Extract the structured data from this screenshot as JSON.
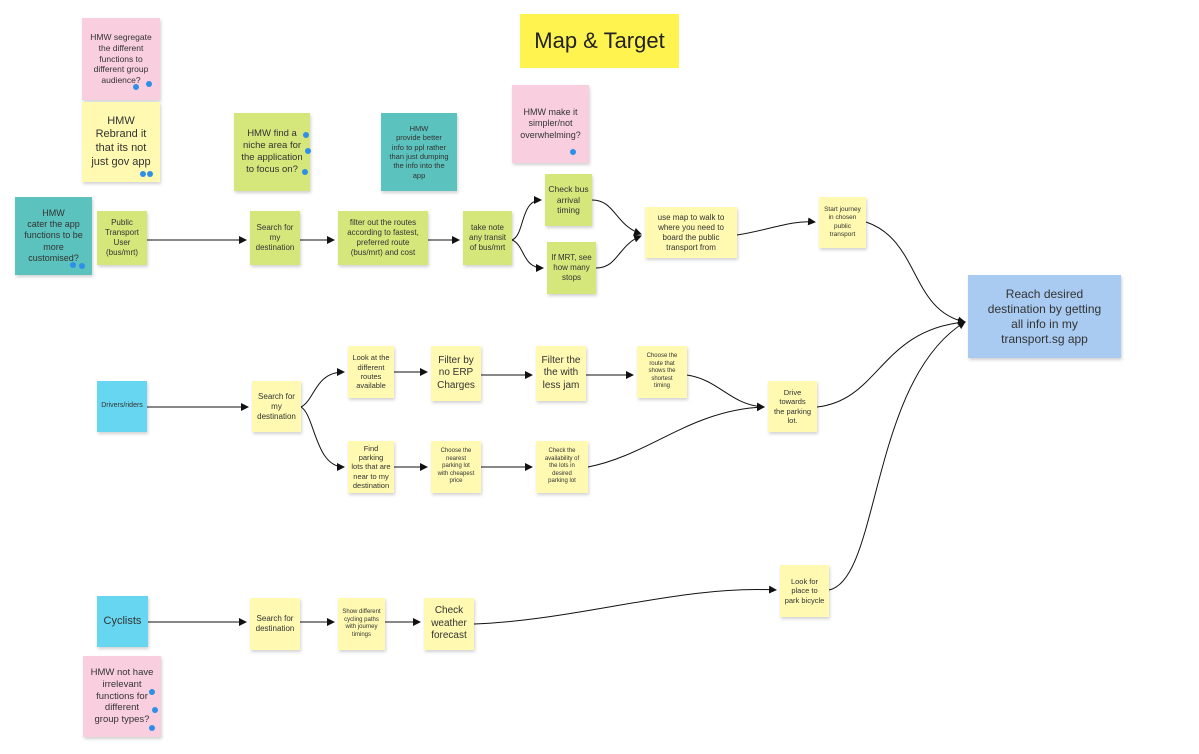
{
  "board": {
    "title": "Map & Target",
    "notes": [
      {
        "id": "hmw-segregate",
        "text": "HMW segregate\nthe different\nfunctions to\ndifferent group\naudience?",
        "color": "pink"
      },
      {
        "id": "hmw-rebrand",
        "text": "HMW\nRebrand it\nthat its not\njust gov app",
        "color": "yellow"
      },
      {
        "id": "hmw-cater",
        "text": "HMW\ncater the app\nfunctions to be\nmore\ncustomised?",
        "color": "teal"
      },
      {
        "id": "public-transport-user",
        "text": "Public\nTransport\nUser\n(bus/mrt)",
        "color": "green"
      },
      {
        "id": "hmw-niche",
        "text": "HMW find a\nniche area for\nthe application\nto focus on?",
        "color": "green"
      },
      {
        "id": "hmw-better-info",
        "text": "HMW\nprovide better\ninfo to ppl rather\nthan just dumping\nthe info into the\napp",
        "color": "teal"
      },
      {
        "id": "hmw-simpler",
        "text": "HMW make it\nsimpler/not\noverwhelming?",
        "color": "pink"
      },
      {
        "id": "pt-search",
        "text": "Search for\nmy\ndestination",
        "color": "green"
      },
      {
        "id": "pt-filter",
        "text": "filter out the routes\naccording to fastest,\npreferred route\n(bus/mrt) and cost",
        "color": "green"
      },
      {
        "id": "pt-take-note",
        "text": "take note\nany transit\nof bus/mrt",
        "color": "green"
      },
      {
        "id": "pt-check-bus",
        "text": "Check bus\narrival\ntiming",
        "color": "green"
      },
      {
        "id": "pt-if-mrt",
        "text": "If MRT, see\nhow many\nstops",
        "color": "green"
      },
      {
        "id": "pt-use-map",
        "text": "use map to walk to\nwhere you need to\nboard the public\ntransport from",
        "color": "yellow"
      },
      {
        "id": "pt-start-journey",
        "text": "Start journey\nin chosen\npublic\ntransport",
        "color": "yellow"
      },
      {
        "id": "goal",
        "text": "Reach desired\ndestination by getting\nall info in my\ntransport.sg app",
        "color": "blue"
      },
      {
        "id": "drivers-riders",
        "text": "Drivers/riders",
        "color": "cyan"
      },
      {
        "id": "dr-search",
        "text": "Search for\nmy\ndestination",
        "color": "yellow"
      },
      {
        "id": "dr-look-routes",
        "text": "Look at the\ndifferent\nroutes\navailable",
        "color": "yellow"
      },
      {
        "id": "dr-filter-erp",
        "text": "Filter by\nno ERP\nCharges",
        "color": "yellow"
      },
      {
        "id": "dr-filter-jam",
        "text": "Filter the\nthe with\nless jam",
        "color": "yellow"
      },
      {
        "id": "dr-choose-route",
        "text": "Choose the\nroute that\nshows the\nshortest\ntiming",
        "color": "yellow"
      },
      {
        "id": "dr-find-parking",
        "text": "Find parking\nlots that are\nnear to my\ndestination",
        "color": "yellow"
      },
      {
        "id": "dr-choose-parking",
        "text": "Choose the\nnearest\nparking lot\nwith cheapest\nprice",
        "color": "yellow"
      },
      {
        "id": "dr-check-availability",
        "text": "Check the\navailability of\nthe lots in\ndesired\nparking lot",
        "color": "yellow"
      },
      {
        "id": "dr-drive",
        "text": "Drive\ntowards\nthe parking\nlot.",
        "color": "yellow"
      },
      {
        "id": "cyclists",
        "text": "Cyclists",
        "color": "cyan"
      },
      {
        "id": "cy-search",
        "text": "Search for\ndestination",
        "color": "yellow"
      },
      {
        "id": "cy-show-paths",
        "text": "Show different\ncycling paths\nwith journey\ntimings",
        "color": "yellow"
      },
      {
        "id": "cy-weather",
        "text": "Check\nweather\nforecast",
        "color": "yellow"
      },
      {
        "id": "cy-park-bicycle",
        "text": "Look for\nplace to\npark bicycle",
        "color": "yellow"
      },
      {
        "id": "hmw-irrelevant",
        "text": "HMW not have\nirrelevant\nfunctions for\ndifferent\ngroup types?",
        "color": "pink"
      }
    ]
  }
}
